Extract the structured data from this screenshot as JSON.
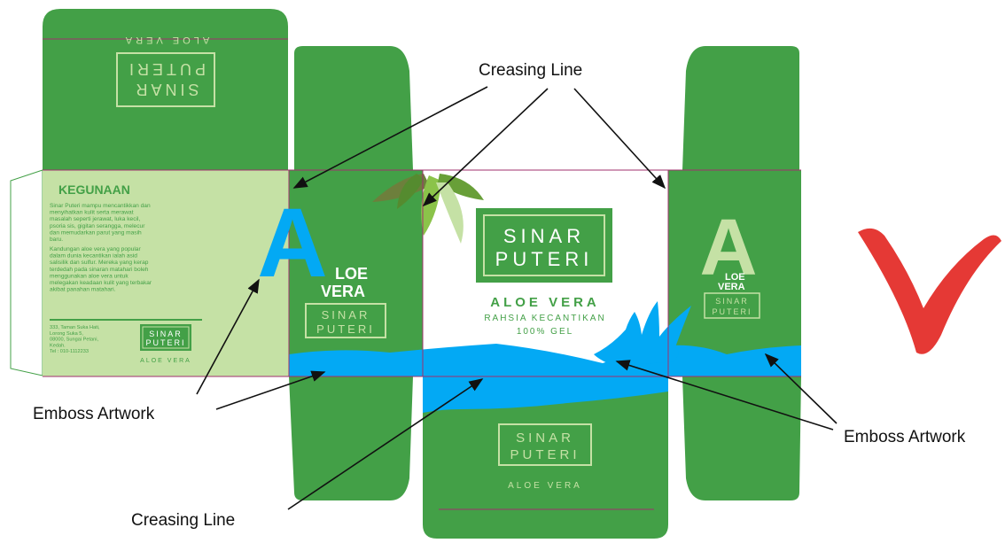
{
  "colors": {
    "green": "#43a047",
    "light_green": "#c5e1a5",
    "blue": "#03a9f4",
    "red": "#e53935",
    "crease": "#a0306e"
  },
  "annotations": {
    "creasing_top": "Creasing Line",
    "creasing_bottom": "Creasing Line",
    "emboss_left": "Emboss Artwork",
    "emboss_right": "Emboss Artwork"
  },
  "brand": {
    "line1": "SINAR",
    "line2": "PUTERI",
    "product": "ALOE VERA",
    "tagline": "RAHSIA KECANTIKAN",
    "gel": "100% GEL"
  },
  "side_panel": {
    "big_letter": "A",
    "loe": "LOE",
    "vera": "VERA"
  },
  "back_panel": {
    "heading": "KEGUNAAN",
    "para1": [
      "Sinar Puteri mampu mencantikkan dan",
      "menyihatkan kulit serta merawat",
      "masalah seperti jerawat, luka kecil,",
      "psoria sis, gigitan serangga, melecur",
      "dan memudarkan parut yang masih",
      "baru."
    ],
    "para2": [
      "Kandungan aloe vera yang popular",
      "dalam dunia kecantikan ialah asid",
      "salisilik dan sulfur. Mereka yang kerap",
      "terdedah pada sinaran matahari boleh",
      "menggunakan aloe vera untuk",
      "melegakan keadaan kulit yang terbakar",
      "akibat panahan matahari."
    ],
    "address": [
      "333, Taman Suka Hati,",
      "Lorong Suka 5,",
      "08000, Sungai Petani,",
      "Kedah.",
      "Tel : 010-1112233"
    ]
  }
}
